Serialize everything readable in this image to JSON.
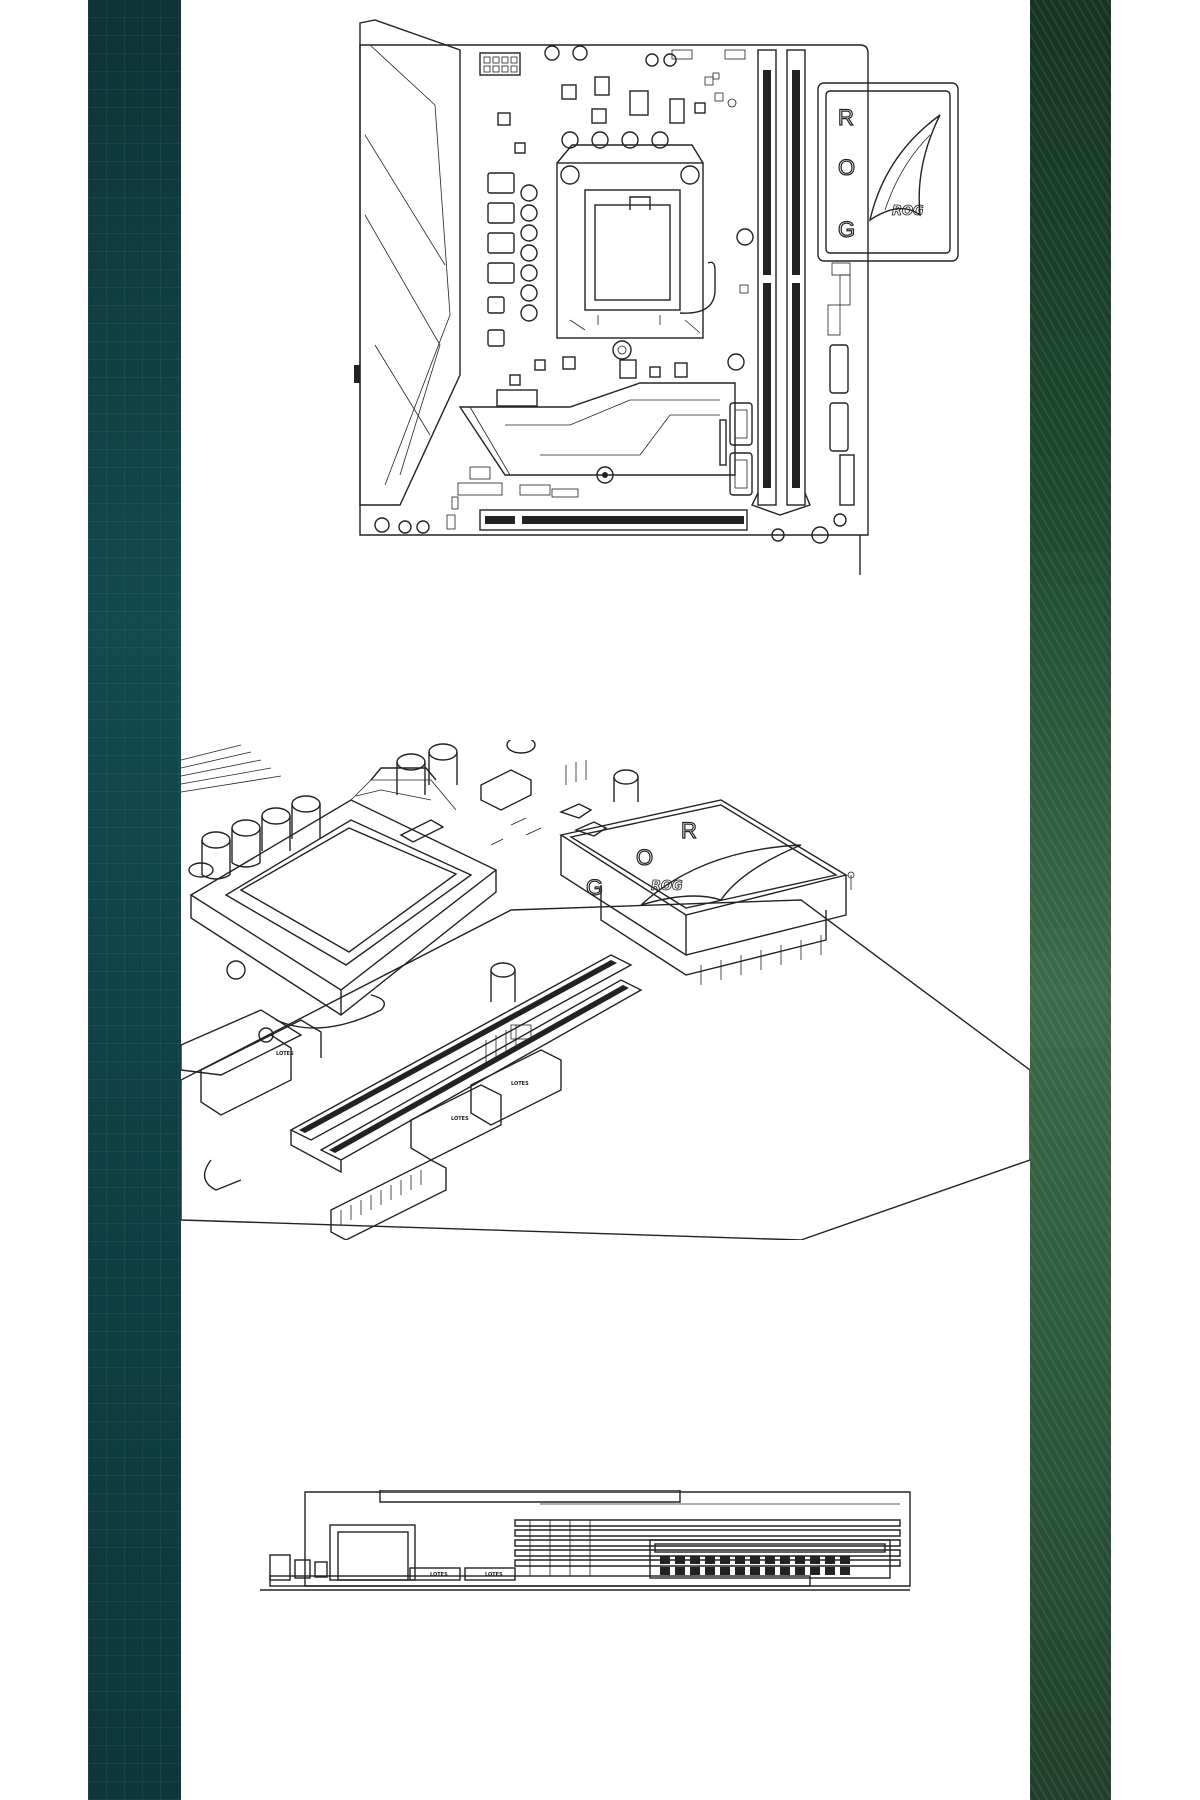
{
  "sidebars": {
    "left_color": "#124a50",
    "right_color": "#2d5a3b"
  },
  "heatsink_badge": {
    "letters": [
      "R",
      "O",
      "G"
    ],
    "logo_text": "ROG"
  },
  "connector_labels": {
    "sata": "LOTES"
  }
}
